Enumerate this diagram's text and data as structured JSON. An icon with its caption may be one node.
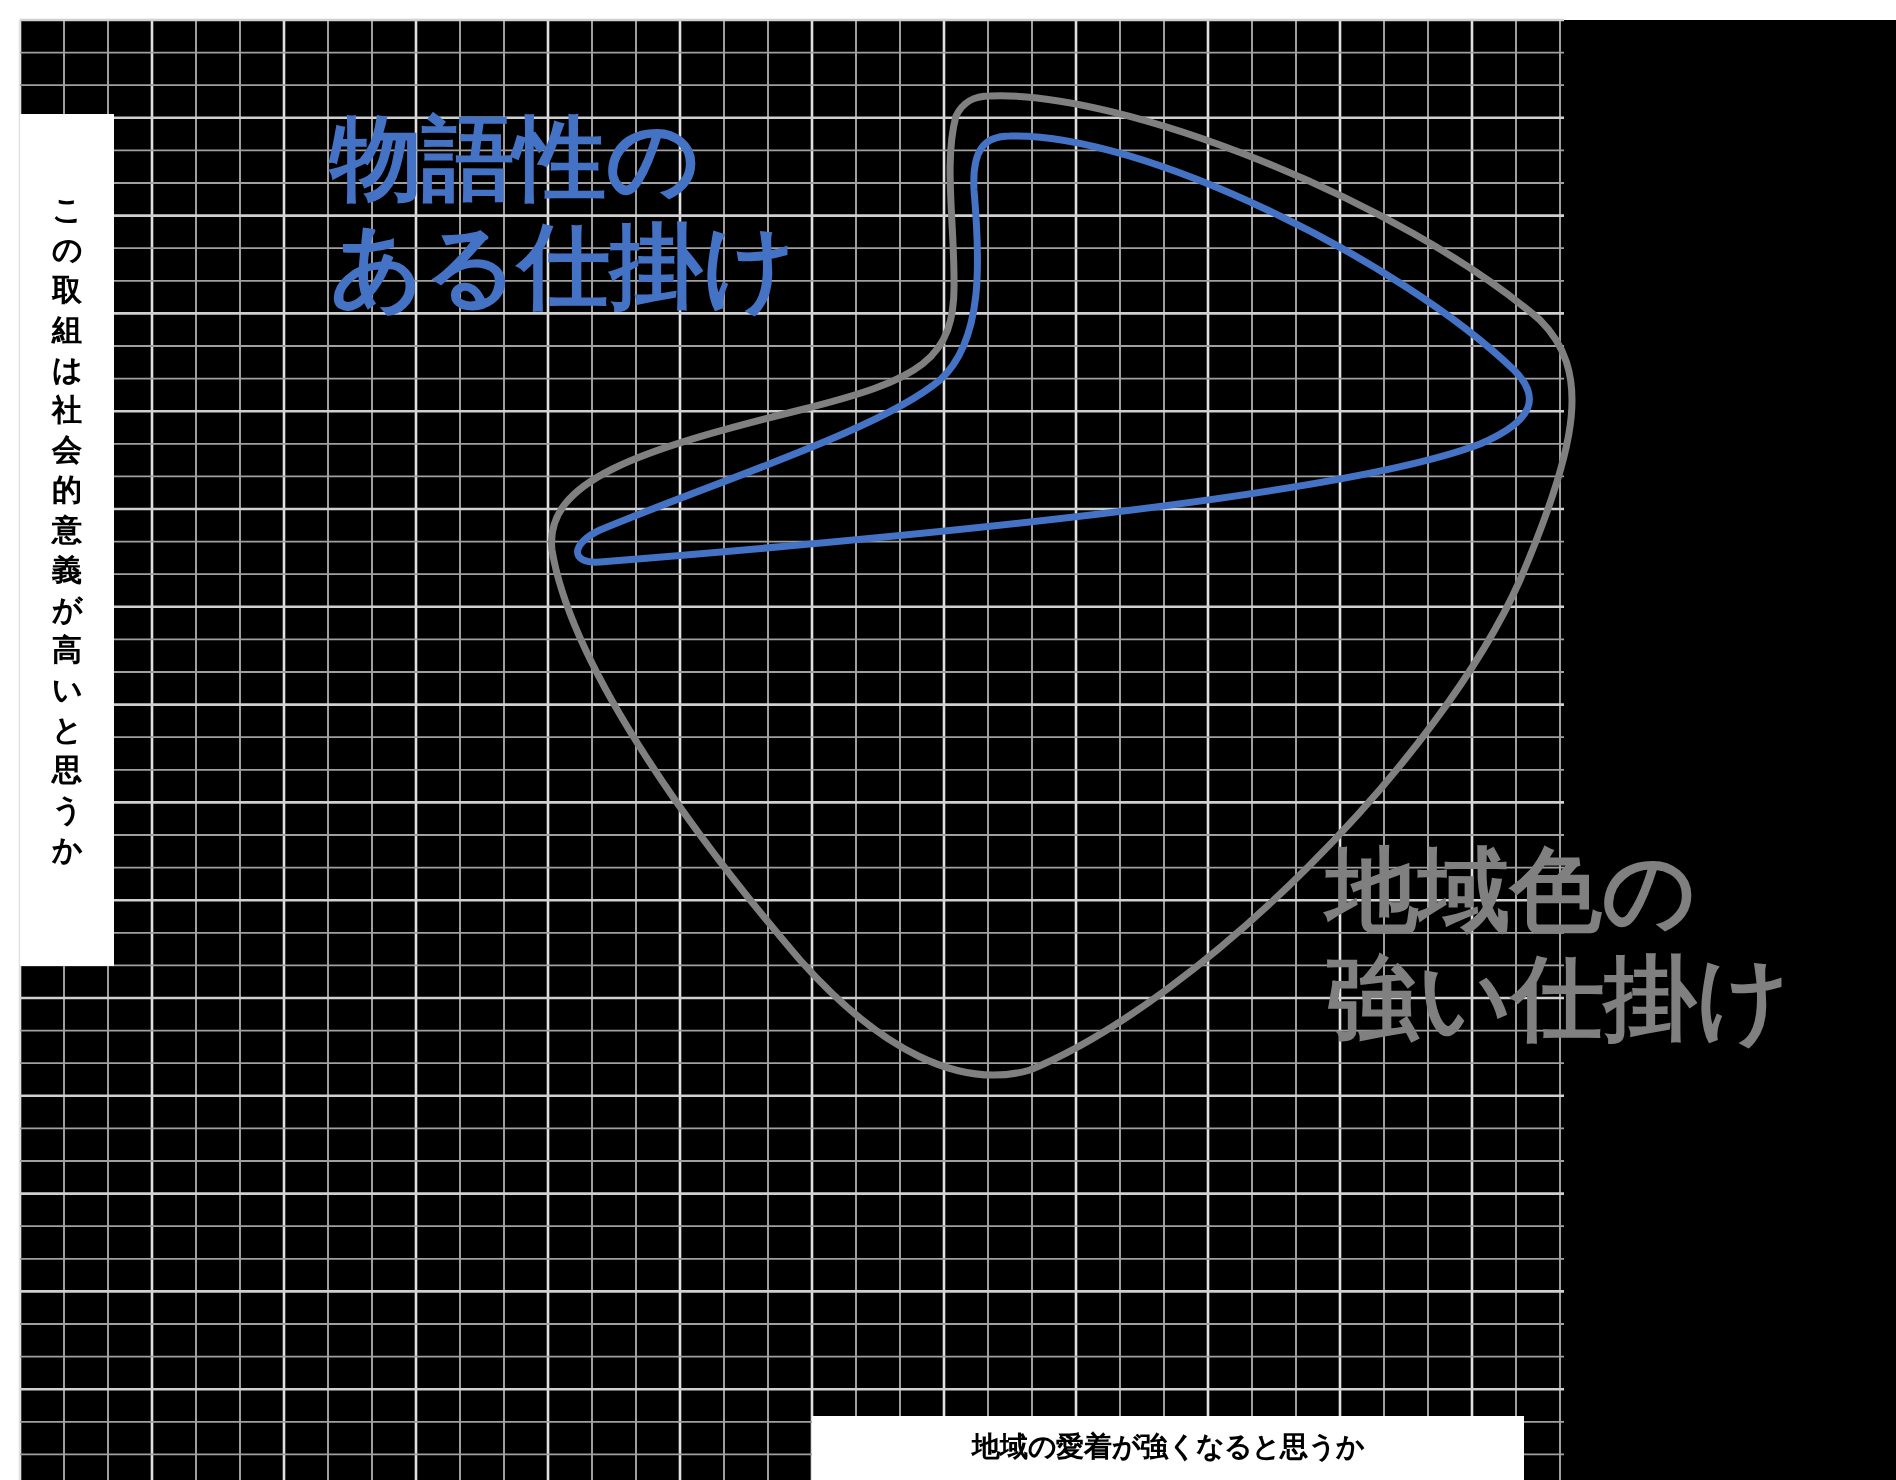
{
  "diagram": {
    "nodes": [
      {
        "text": [],
        "shape": "cloud",
        "beside": [
          "地域色の強い仕掛け"
        ]
      },
      {
        "text": [],
        "shape": "cloud",
        "beside": [
          "物語性のある仕掛け"
        ],
        "in": 0
      }
    ],
    "labels": [
      "この取組は社会的意義が高いと思うか",
      "地域の愛着が強くなると思うか"
    ]
  }
}
